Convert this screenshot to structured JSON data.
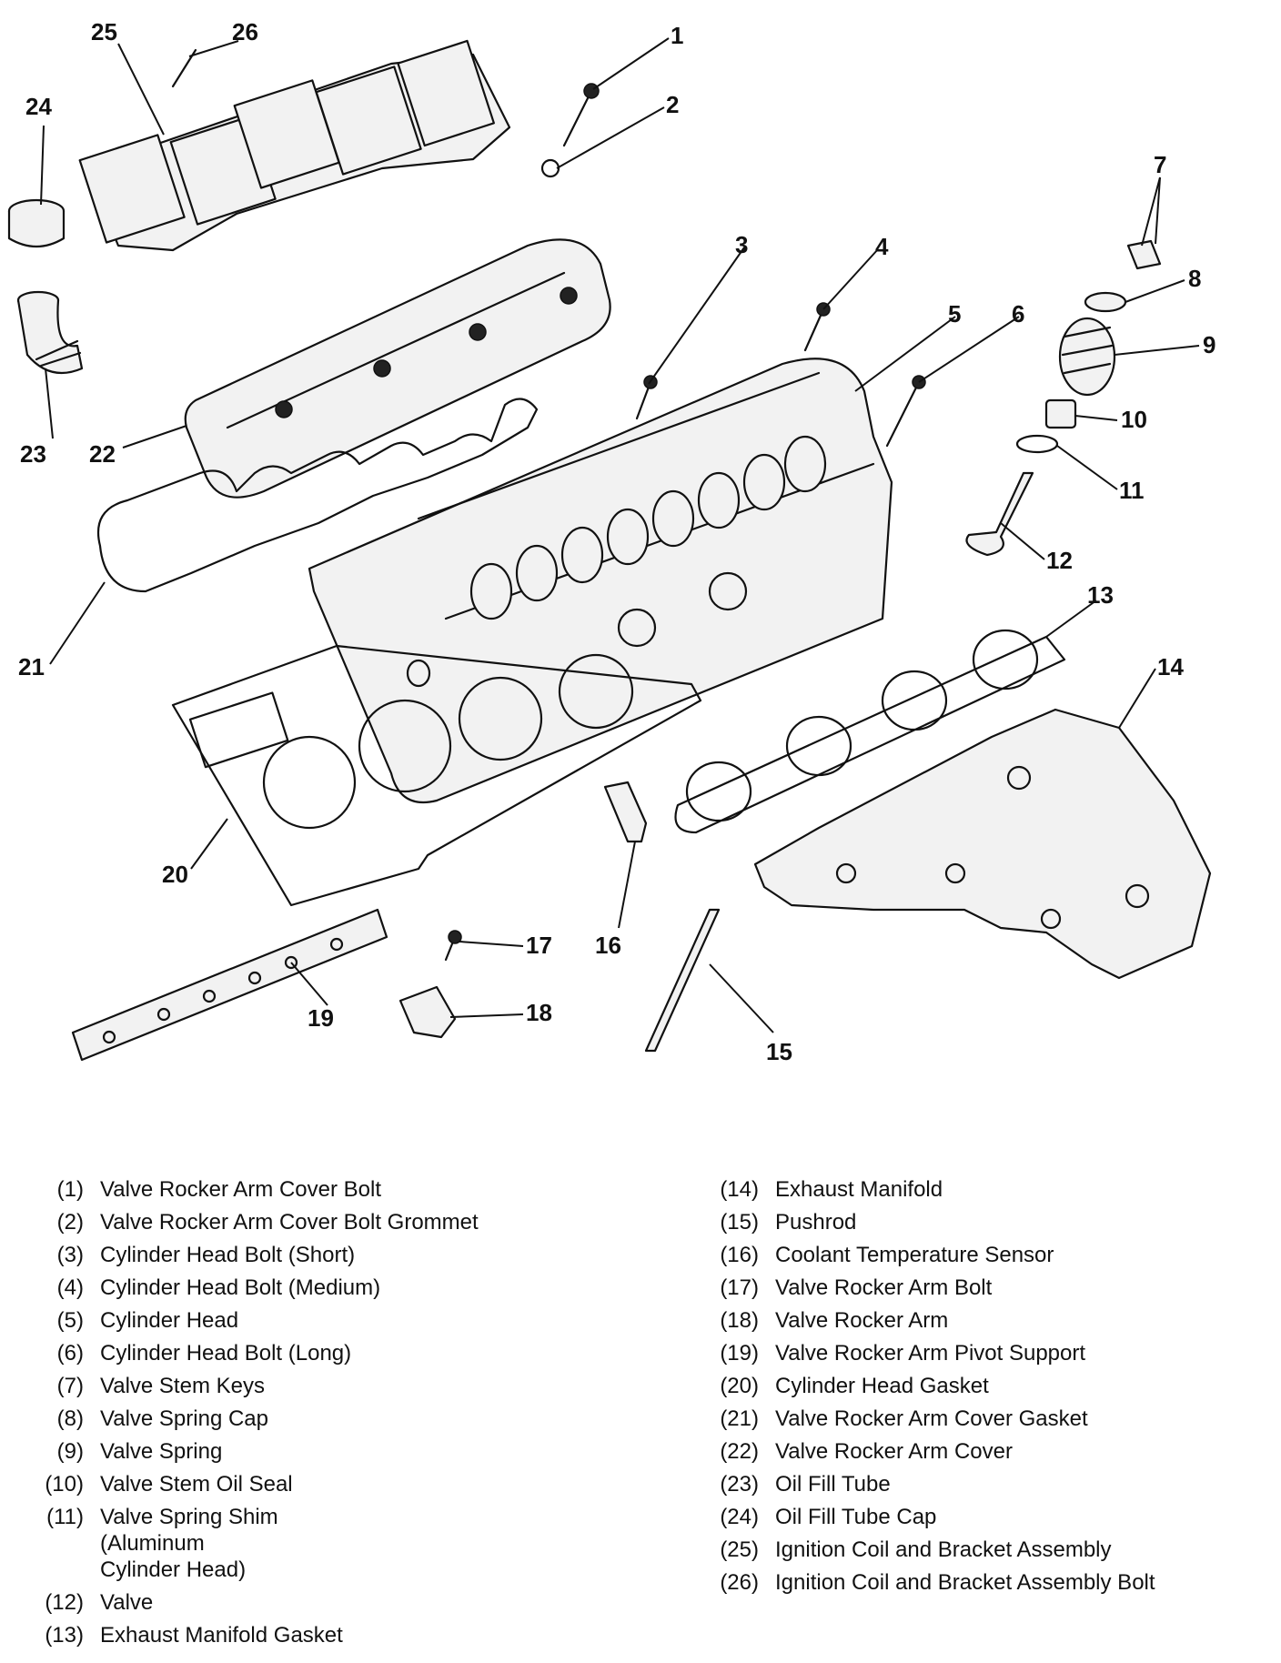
{
  "diagram": {
    "callouts": [
      "1",
      "2",
      "3",
      "4",
      "5",
      "6",
      "7",
      "8",
      "9",
      "10",
      "11",
      "12",
      "13",
      "14",
      "15",
      "16",
      "17",
      "18",
      "19",
      "20",
      "21",
      "22",
      "23",
      "24",
      "25",
      "26"
    ]
  },
  "legend": {
    "left": [
      {
        "num": "(1)",
        "label": "Valve Rocker Arm Cover Bolt"
      },
      {
        "num": "(2)",
        "label": "Valve Rocker Arm Cover Bolt Grommet"
      },
      {
        "num": "(3)",
        "label": "Cylinder Head Bolt (Short)"
      },
      {
        "num": "(4)",
        "label": "Cylinder Head Bolt (Medium)"
      },
      {
        "num": "(5)",
        "label": "Cylinder Head"
      },
      {
        "num": "(6)",
        "label": "Cylinder Head Bolt (Long)"
      },
      {
        "num": "(7)",
        "label": "Valve Stem Keys"
      },
      {
        "num": "(8)",
        "label": "Valve Spring Cap"
      },
      {
        "num": "(9)",
        "label": "Valve Spring"
      },
      {
        "num": "(10)",
        "label": "Valve Stem Oil Seal"
      },
      {
        "num": "(11)",
        "label": "Valve Spring Shim\n(Aluminum\nCylinder Head)"
      },
      {
        "num": "(12)",
        "label": "Valve"
      },
      {
        "num": "(13)",
        "label": "Exhaust Manifold Gasket"
      }
    ],
    "right": [
      {
        "num": "(14)",
        "label": "Exhaust Manifold"
      },
      {
        "num": "(15)",
        "label": "Pushrod"
      },
      {
        "num": "(16)",
        "label": "Coolant Temperature Sensor"
      },
      {
        "num": "(17)",
        "label": "Valve Rocker Arm Bolt"
      },
      {
        "num": "(18)",
        "label": "Valve Rocker Arm"
      },
      {
        "num": "(19)",
        "label": "Valve Rocker Arm Pivot Support"
      },
      {
        "num": "(20)",
        "label": "Cylinder Head Gasket"
      },
      {
        "num": "(21)",
        "label": "Valve Rocker Arm Cover Gasket"
      },
      {
        "num": "(22)",
        "label": "Valve Rocker Arm Cover"
      },
      {
        "num": "(23)",
        "label": "Oil Fill Tube"
      },
      {
        "num": "(24)",
        "label": "Oil Fill Tube Cap"
      },
      {
        "num": "(25)",
        "label": "Ignition Coil and Bracket Assembly"
      },
      {
        "num": "(26)",
        "label": "Ignition Coil and Bracket Assembly Bolt"
      }
    ]
  }
}
